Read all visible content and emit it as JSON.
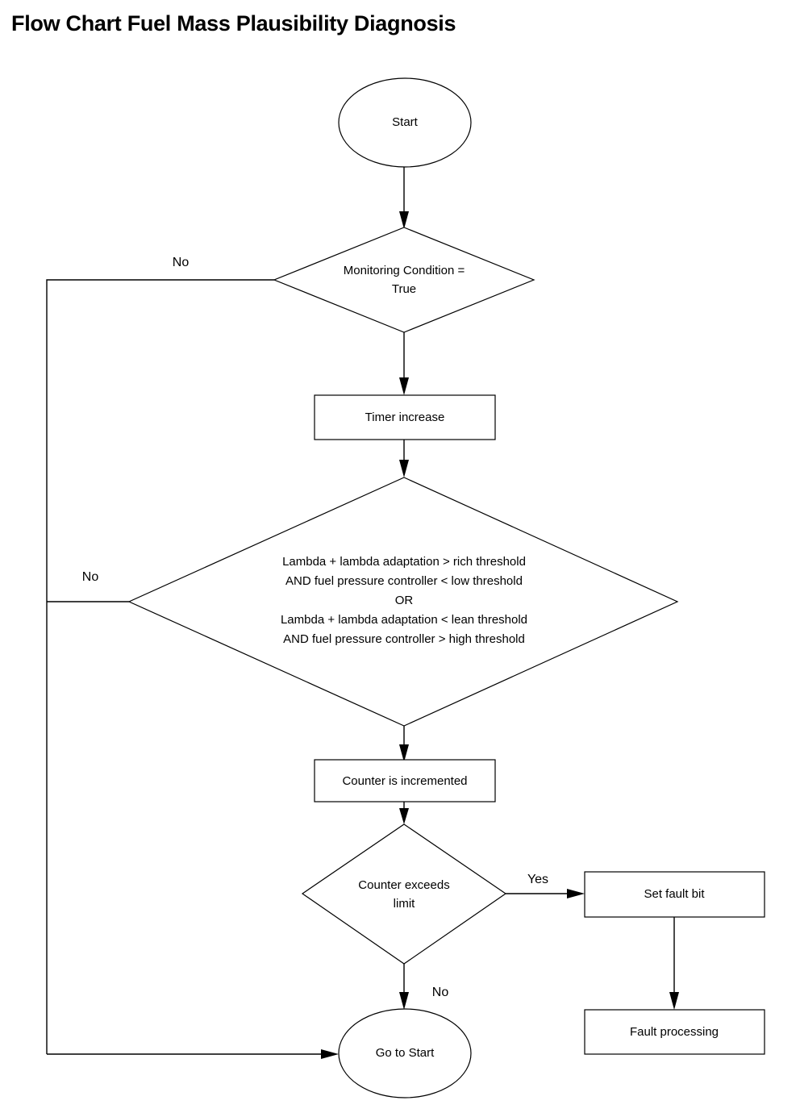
{
  "document": {
    "title": "Flow Chart Fuel Mass Plausibility Diagnosis"
  },
  "chart_data": {
    "type": "diagram",
    "diagram_type": "flowchart",
    "title": "Flow Chart Fuel Mass Plausibility Diagnosis",
    "orientation": "top-to-bottom",
    "nodes": [
      {
        "id": "start",
        "shape": "ellipse",
        "label": "Start",
        "lines": [
          "Start"
        ]
      },
      {
        "id": "monitoring_condition",
        "shape": "diamond",
        "label": "Monitoring Condition = True",
        "lines": [
          "Monitoring Condition =",
          "True"
        ]
      },
      {
        "id": "timer_increase",
        "shape": "rectangle",
        "label": "Timer increase",
        "lines": [
          "Timer increase"
        ]
      },
      {
        "id": "lambda_check",
        "shape": "diamond",
        "label": "Lambda + lambda adaptation > rich threshold AND fuel pressure controller < low threshold OR Lambda + lambda adaptation < lean threshold AND fuel pressure controller > high threshold",
        "lines": [
          "Lambda + lambda adaptation > rich threshold",
          "AND fuel pressure controller < low threshold",
          "OR",
          "Lambda + lambda adaptation < lean threshold",
          "AND fuel pressure controller > high threshold"
        ]
      },
      {
        "id": "counter_incremented",
        "shape": "rectangle",
        "label": "Counter is incremented",
        "lines": [
          "Counter is incremented"
        ]
      },
      {
        "id": "counter_exceeds_limit",
        "shape": "diamond",
        "label": "Counter exceeds limit",
        "lines": [
          "Counter exceeds",
          "limit"
        ]
      },
      {
        "id": "set_fault_bit",
        "shape": "rectangle",
        "label": "Set fault bit",
        "lines": [
          "Set fault bit"
        ]
      },
      {
        "id": "fault_processing",
        "shape": "rectangle",
        "label": "Fault processing",
        "lines": [
          "Fault processing"
        ]
      },
      {
        "id": "go_to_start",
        "shape": "ellipse",
        "label": "Go to Start",
        "lines": [
          "Go to Start"
        ]
      }
    ],
    "edges": [
      {
        "id": "e1",
        "from": "start",
        "to": "monitoring_condition",
        "label": ""
      },
      {
        "id": "e2",
        "from": "monitoring_condition",
        "to": "timer_increase",
        "label": ""
      },
      {
        "id": "e3",
        "from": "monitoring_condition",
        "to": "go_to_start",
        "label": "No"
      },
      {
        "id": "e4",
        "from": "timer_increase",
        "to": "lambda_check",
        "label": ""
      },
      {
        "id": "e5",
        "from": "lambda_check",
        "to": "counter_incremented",
        "label": ""
      },
      {
        "id": "e6",
        "from": "lambda_check",
        "to": "go_to_start",
        "label": "No"
      },
      {
        "id": "e7",
        "from": "counter_incremented",
        "to": "counter_exceeds_limit",
        "label": ""
      },
      {
        "id": "e8",
        "from": "counter_exceeds_limit",
        "to": "set_fault_bit",
        "label": "Yes"
      },
      {
        "id": "e9",
        "from": "counter_exceeds_limit",
        "to": "go_to_start",
        "label": "No"
      },
      {
        "id": "e10",
        "from": "set_fault_bit",
        "to": "fault_processing",
        "label": ""
      }
    ],
    "edge_labels": {
      "no_monitoring": "No",
      "no_lambda": "No",
      "yes_counter": "Yes",
      "no_counter": "No"
    },
    "colors": {
      "background": "#ffffff",
      "stroke": "#000000",
      "text": "#000000",
      "fill": "#ffffff"
    }
  }
}
